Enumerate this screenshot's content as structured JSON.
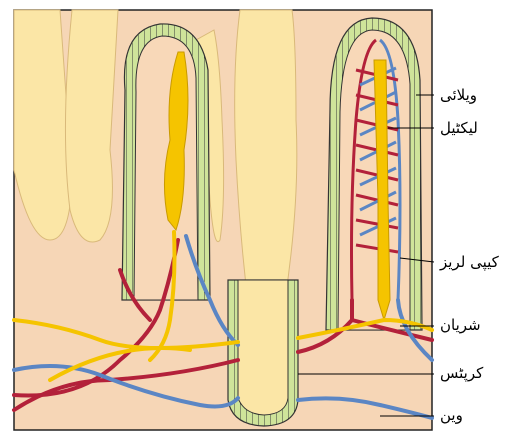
{
  "labels": {
    "villi": "ویلائی",
    "lacteal": "لیکٹیل",
    "capillaries": "کیپی لریز",
    "artery": "شریان",
    "crypts": "کرپٹس",
    "vein": "وین"
  },
  "colors": {
    "tissue": "#f6d6b6",
    "villus_core": "#f8c98a",
    "crypt_fill": "#fbe6a6",
    "epithelium": "#cfe49a",
    "artery": "#b3213a",
    "vein": "#5b86c4",
    "lacteal": "#f5c400",
    "outline": "#222222"
  }
}
